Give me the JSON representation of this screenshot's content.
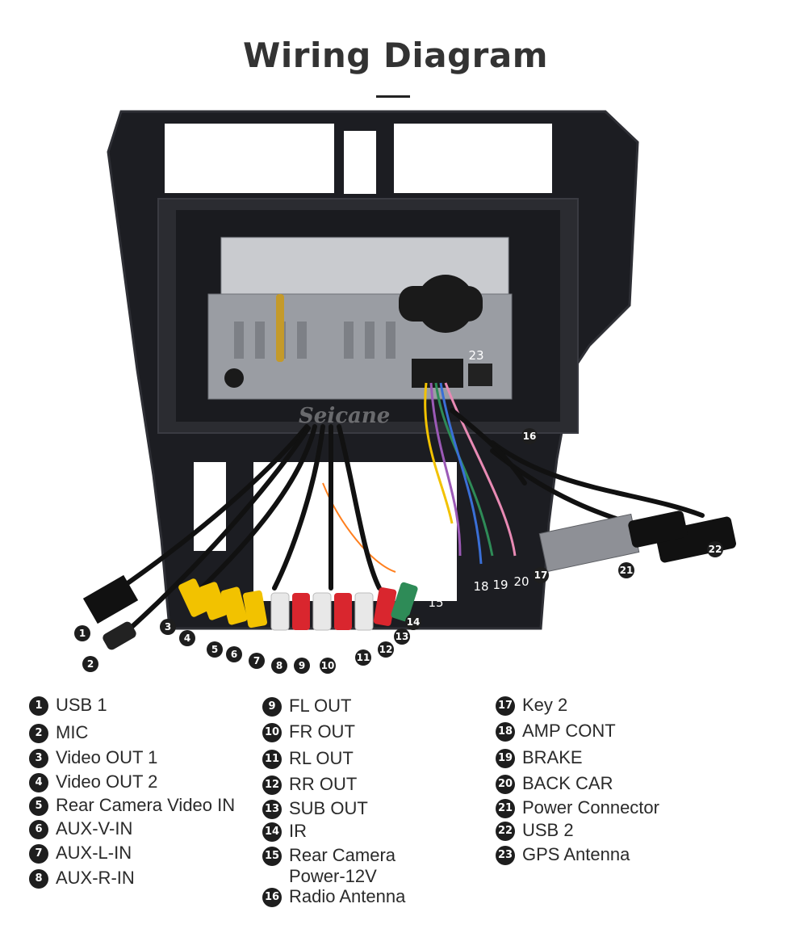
{
  "title": "Wiring Diagram",
  "watermark": "Seicane",
  "colors": {
    "bezel": "#1c1d22",
    "bezel_inner": "#2b2c31",
    "unit_metal": "#9a9da3",
    "unit_face": "#c9cbcf",
    "cable": "#111111",
    "rca_yellow": "#f2c200",
    "rca_white": "#e8e8e8",
    "rca_red": "#d9262e",
    "rca_green": "#2e8b57",
    "badge": "#1e1e1e"
  },
  "callouts": [
    "1",
    "2",
    "3",
    "4",
    "5",
    "6",
    "7",
    "8",
    "9",
    "10",
    "11",
    "12",
    "13",
    "14",
    "15",
    "16",
    "17",
    "18",
    "19",
    "20",
    "21",
    "22",
    "23"
  ],
  "legend": {
    "column_1": [
      {
        "num": "1",
        "label": "USB 1"
      },
      {
        "num": "2",
        "label": "MIC"
      },
      {
        "num": "3",
        "label": "Video OUT 1"
      },
      {
        "num": "4",
        "label": "Video OUT 2"
      },
      {
        "num": "5",
        "label": "Rear Camera Video IN"
      },
      {
        "num": "6",
        "label": "AUX-V-IN"
      },
      {
        "num": "7",
        "label": "AUX-L-IN"
      },
      {
        "num": "8",
        "label": "AUX-R-IN"
      }
    ],
    "column_2": [
      {
        "num": "9",
        "label": "FL OUT"
      },
      {
        "num": "10",
        "label": "FR OUT"
      },
      {
        "num": "11",
        "label": "RL OUT"
      },
      {
        "num": "12",
        "label": "RR OUT"
      },
      {
        "num": "13",
        "label": "SUB OUT"
      },
      {
        "num": "14",
        "label": "IR"
      },
      {
        "num": "15",
        "label": "Rear Camera Power-12V"
      },
      {
        "num": "16",
        "label": "Radio Antenna"
      }
    ],
    "column_3": [
      {
        "num": "17",
        "label": "Key 2"
      },
      {
        "num": "18",
        "label": "AMP CONT"
      },
      {
        "num": "19",
        "label": "BRAKE"
      },
      {
        "num": "20",
        "label": "BACK CAR"
      },
      {
        "num": "21",
        "label": "Power Connector"
      },
      {
        "num": "22",
        "label": "USB 2"
      },
      {
        "num": "23",
        "label": "GPS Antenna"
      }
    ]
  }
}
